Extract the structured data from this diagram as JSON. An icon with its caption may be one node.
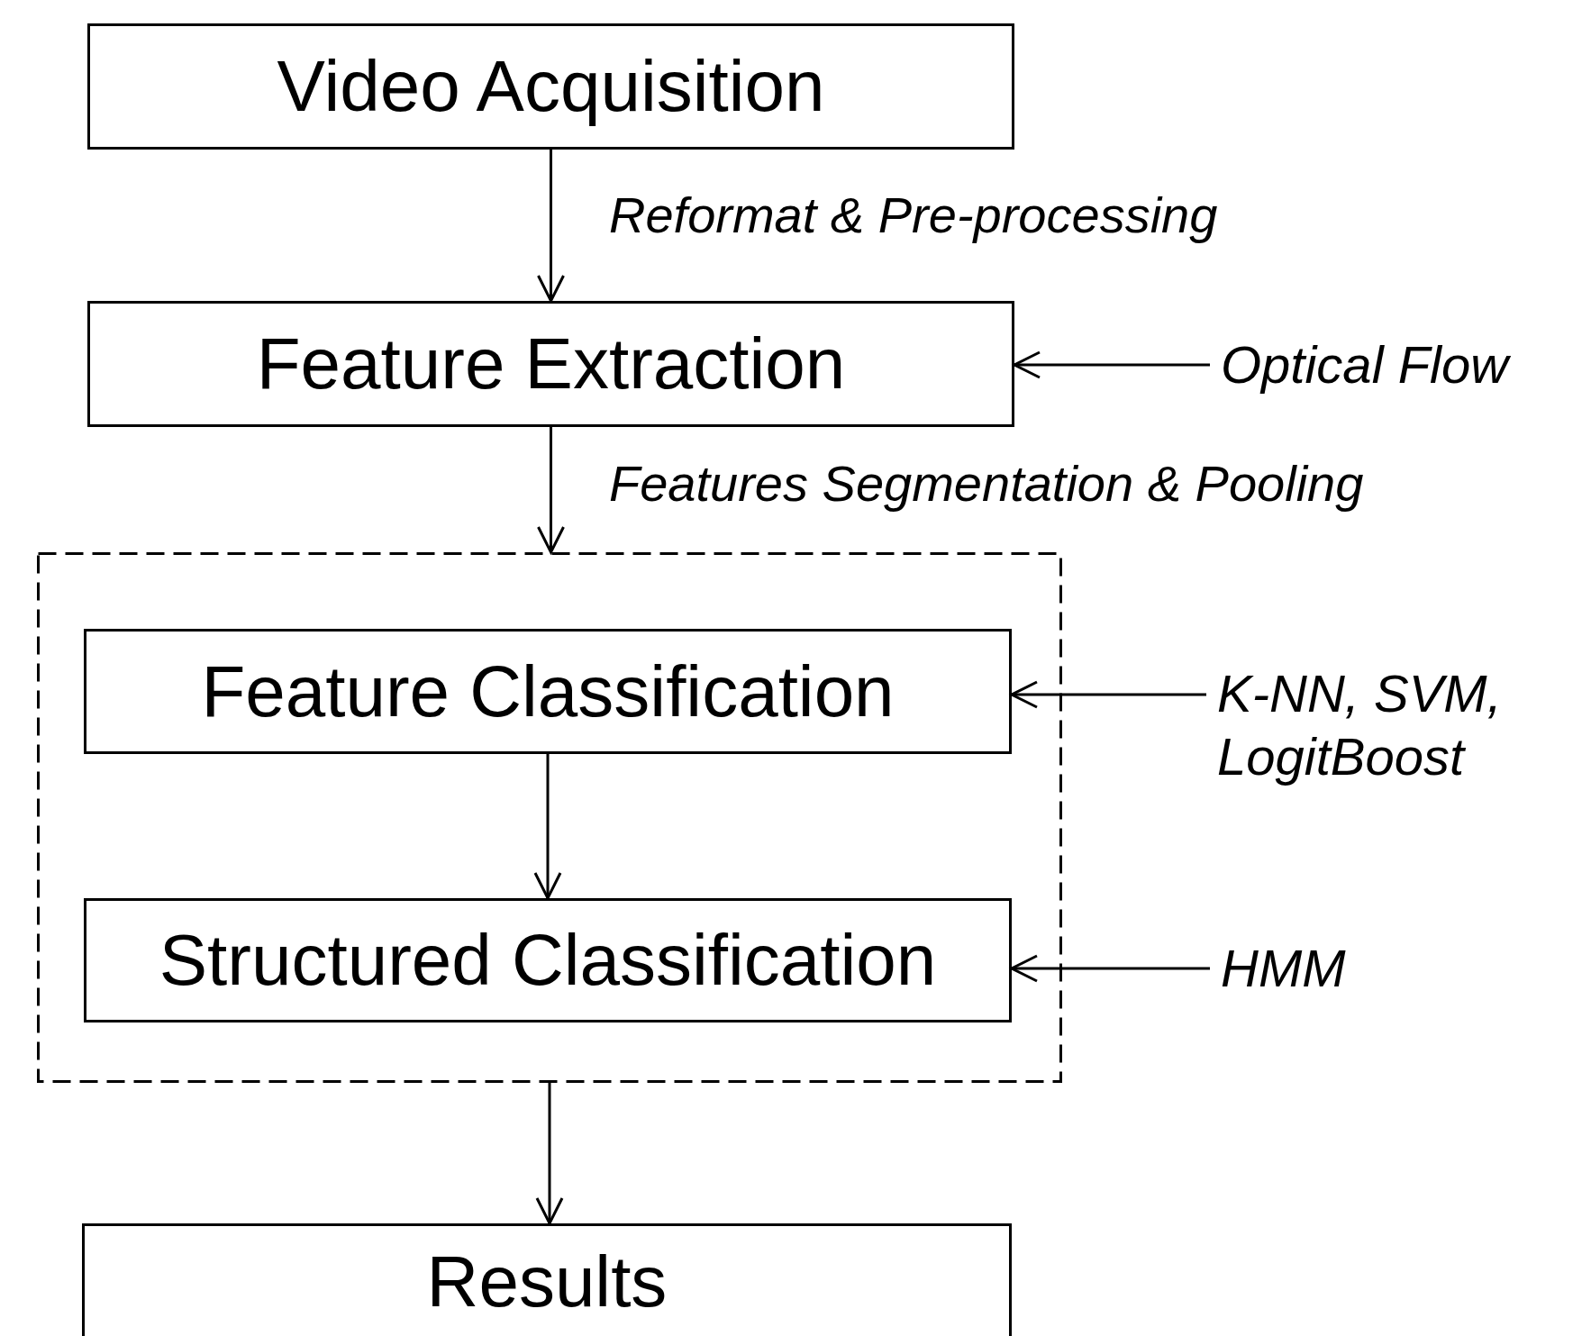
{
  "diagram": {
    "nodes": [
      {
        "text": [
          "Video Acquisition"
        ]
      },
      {
        "text": [
          "Feature Extraction"
        ]
      },
      {
        "text": [
          "Optical Flow"
        ]
      },
      {
        "text": [],
        "shape": "box"
      },
      {
        "text": [
          "Feature Classification"
        ],
        "in": 3
      },
      {
        "text": [
          "K-NN, SVM, LogitBoost"
        ]
      },
      {
        "text": [
          "Structured Classification"
        ],
        "in": 3
      },
      {
        "text": [
          "HMM"
        ]
      },
      {
        "text": [
          "Results"
        ]
      }
    ],
    "edges": [
      {
        "from": 0,
        "to": 1,
        "arrow": "to",
        "label": "Reformat & Pre-processing"
      },
      {
        "from": 1,
        "to": 3,
        "arrow": "to",
        "label": "Features Segmentation & Pooling"
      },
      {
        "from": 2,
        "to": 1,
        "arrow": "to"
      },
      {
        "from": 4,
        "to": 6,
        "arrow": "to"
      },
      {
        "from": 5,
        "to": 4,
        "arrow": "to"
      },
      {
        "from": 7,
        "to": 6,
        "arrow": "to"
      },
      {
        "from": 3,
        "to": 8,
        "arrow": "to"
      }
    ]
  }
}
